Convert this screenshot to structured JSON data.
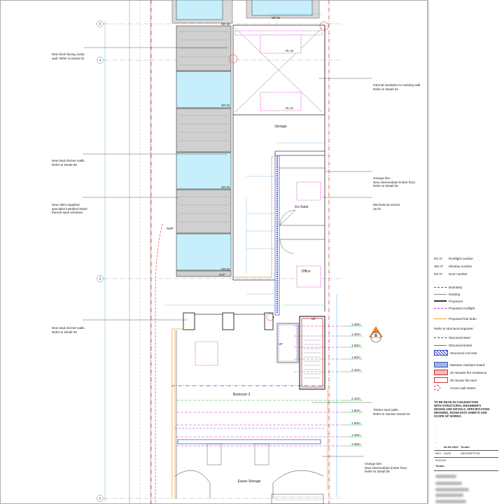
{
  "grid_labels": [
    "5",
    "4",
    "3",
    "2"
  ],
  "rooms": {
    "storage": "Storage",
    "en_suite": "En-Suite",
    "office": "Office",
    "bedroom": "Bedroom 3",
    "eaves": "Eaves Storage"
  },
  "tags": {
    "rwp": "RWP",
    "svp": "SVP",
    "up1": "UP",
    "up2": "UP",
    "stair_marker": "B",
    "gr05": "GR 05",
    "gr04": "GR 04",
    "gr03": "GR 03",
    "gr02": "GR 02",
    "gr01": "GR 01",
    "rl02": "RL 02",
    "rl01": "RL 01"
  },
  "levels": [
    "1.00m",
    "1.20m",
    "1.50m",
    "1.80m",
    "2.10m",
    "2.10m",
    "1.80m",
    "1.50m",
    "1.20m",
    "1.00m"
  ],
  "notes_left": [
    [
      "New brick facing cavity",
      "wall. Refer to Detail 02"
    ],
    [
      "New lead dormer walls.",
      "Refer to Detail 09"
    ],
    [
      "New client supplied",
      "specialist installed timber",
      "framed sash windows"
    ],
    [
      "New lead dormer walls.",
      "Refer to Detail 09"
    ]
  ],
  "notes_right": [
    [
      "Internal insulation to existing wall.",
      "Refer to Detail 04"
    ],
    [
      "Orange line:",
      "New intermediate timber floor.",
      "Refer to Detail 05"
    ],
    [
      "Mechanical extract",
      "15 l/s"
    ],
    [
      "Timber stud walls.",
      "Refer to Section Detail 04"
    ],
    [
      "Orange line:",
      "New intermediate timber floor.",
      "Refer to Detail 05"
    ]
  ],
  "legend_codes": [
    {
      "code": "RG 07",
      "label": "Rooflight number"
    },
    {
      "code": "WG 07",
      "label": "Window number"
    },
    {
      "code": "DG 07",
      "label": "Door number"
    }
  ],
  "legend_lines": [
    {
      "label": "Boundary",
      "color": "#d22"
    },
    {
      "label": "Existing",
      "color": "#888"
    },
    {
      "label": "Proposed",
      "color": "#333"
    },
    {
      "label": "Proposed rooflight",
      "color": "#c3c"
    },
    {
      "label": "Proposed foul drain",
      "color": "#e8a01e"
    }
  ],
  "structural_heading": "Refer to structural engineer:",
  "legend_structural": [
    {
      "label": "Structural steel",
      "color": "#3344cc"
    },
    {
      "label": "Structural timber",
      "color": "#6666dd"
    },
    {
      "label": "Structural concrete",
      "color": "#3344cc"
    }
  ],
  "legend_fire": [
    {
      "label": "Moisture resistant board",
      "color": "#3b5bb8"
    },
    {
      "label": "30 minutes fire resistance",
      "color": "#c33"
    },
    {
      "label": "30 minute fire door",
      "color": "#c33"
    },
    {
      "label": "Ancon wall starter",
      "color": "#d22"
    }
  ],
  "read_note": [
    "TO BE READ IN CONJUNCTION",
    "WITH STRUCTURAL ENGINEER'S",
    "DESIGN AND DETAILS, SPECIFICATION",
    "DRAWING, ROOM DATA SHEETS AND",
    "SCOPE OF WORKS"
  ],
  "revision": {
    "rev": "-",
    "date": "06-05-2023",
    "desc": "Tender"
  },
  "rev_headers": {
    "rev": "REV",
    "date": "DATE",
    "desc": "DESCRIPTION"
  },
  "status_label": "STATUS",
  "status": "Tender",
  "colors": {
    "boundary": "#d22",
    "dim": "#3aa0e0",
    "glazing": "#c6eefb",
    "structure": "#2b44d0",
    "rooflight": "#c3c",
    "drain": "#e8a01e",
    "level_green": "#2bbd3d"
  }
}
